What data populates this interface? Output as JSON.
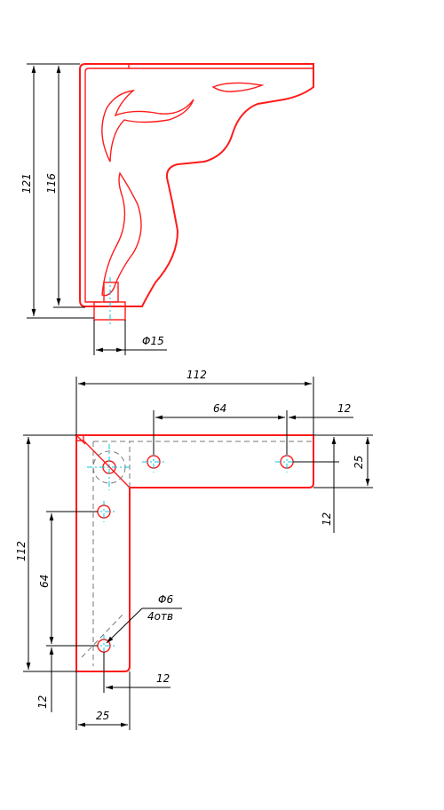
{
  "side_view": {
    "dim_height_outer": "121",
    "dim_height_inner": "116",
    "dim_pin_diameter": "Φ15"
  },
  "top_view": {
    "dim_total_width": "112",
    "dim_hole_spacing_horizontal": "64",
    "dim_edge_offset_right": "12",
    "dim_arm_width_right": "25",
    "dim_edge_offset_right_lower": "12",
    "dim_total_height": "112",
    "dim_hole_spacing_vertical": "64",
    "dim_edge_offset_bottom": "12",
    "dim_edge_offset_bottom_right": "12",
    "dim_arm_width_bottom": "25",
    "hole_callout_diameter": "Φ6",
    "hole_callout_count": "4отв"
  },
  "colors": {
    "outline": "#ff1a1a",
    "dimension": "#000000",
    "centerline": "#00c8e0",
    "hidden_line": "#777777"
  }
}
